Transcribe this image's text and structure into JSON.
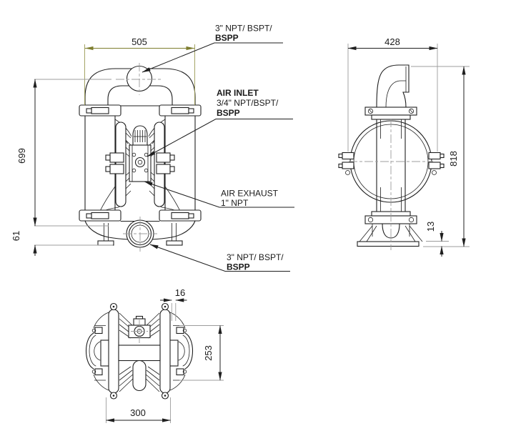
{
  "drawing": {
    "type": "engineering-dimension-drawing",
    "subject": "air-operated double diaphragm pump, three orthographic views",
    "colors": {
      "object_line": "#1f1f1f",
      "extension_line": "#9c9c9c",
      "highlight_dimension": "#7d7d2e",
      "background": "#ffffff",
      "text": "#1a1a1a"
    },
    "front_view": {
      "dims": {
        "width": "505",
        "height": "699",
        "foot_height": "61"
      }
    },
    "side_view": {
      "dims": {
        "width": "428",
        "height": "818",
        "base_thickness": "13"
      }
    },
    "top_view": {
      "dims": {
        "port_offset": "16",
        "depth": "253",
        "foot_spacing": "300"
      }
    },
    "callouts": {
      "discharge_port": {
        "line1": "3\" NPT/ BSPT/",
        "line2": "BSPP"
      },
      "air_inlet": {
        "line1": "AIR INLET",
        "line2": "3/4\" NPT/BSPT/",
        "line3": "BSPP"
      },
      "air_exhaust": {
        "line1": "AIR EXHAUST",
        "line2": "1\" NPT"
      },
      "suction_port": {
        "line1": "3\" NPT/ BSPT/",
        "line2": "BSPP"
      }
    }
  }
}
